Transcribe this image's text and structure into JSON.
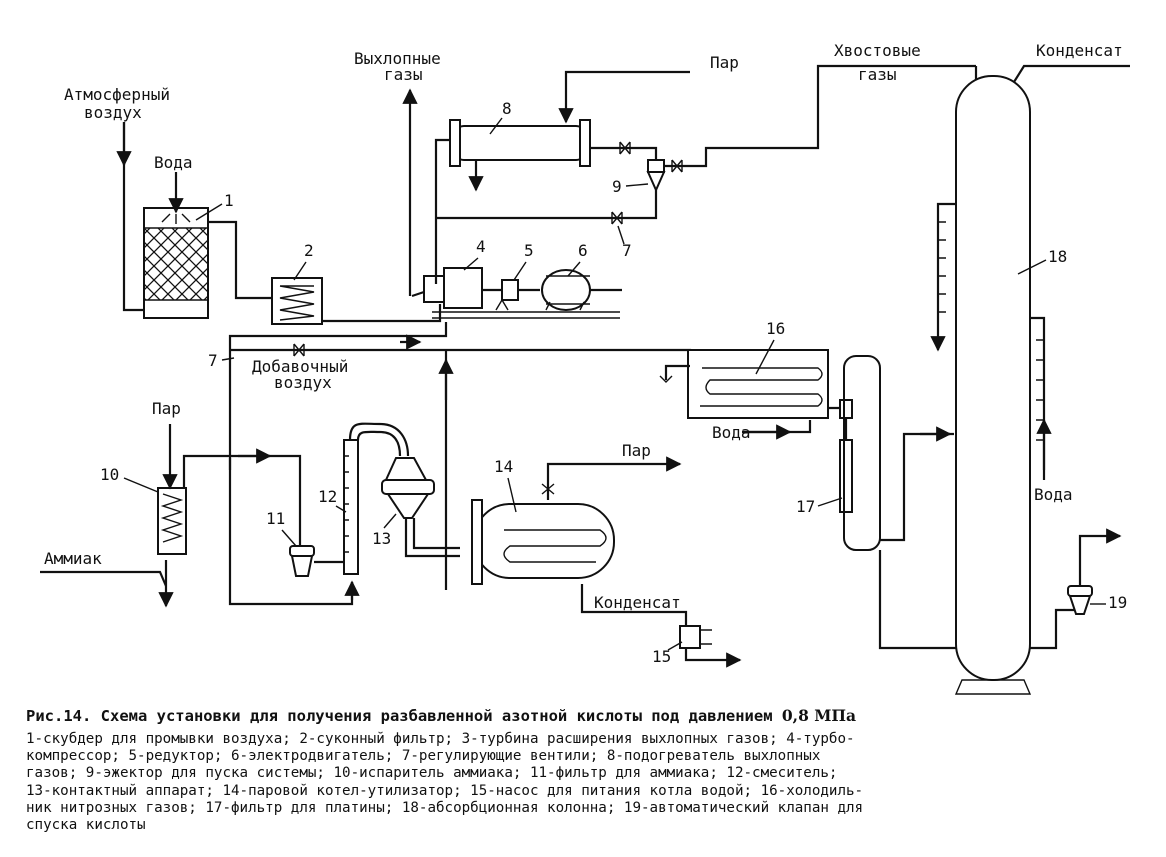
{
  "labels": {
    "atm_air_1": "Атмосферный",
    "atm_air_2": "воздух",
    "water_1": "Вода",
    "exhaust_1": "Выхлопные",
    "exhaust_2": "газы",
    "steam_top": "Пар",
    "tail_1": "Хвостовые",
    "tail_2": "газы",
    "condensate_top": "Конденсат",
    "addair_1": "Добавочный",
    "addair_2": "воздух",
    "steam_left": "Пар",
    "ammonia": "Аммиак",
    "steam_boiler": "Пар",
    "water_cooler": "Вода",
    "condensate_boiler": "Конденсат",
    "water_column": "Вода"
  },
  "numbers": {
    "n1": "1",
    "n2": "2",
    "n4": "4",
    "n5": "5",
    "n6": "6",
    "n7a": "7",
    "n7b": "7",
    "n8": "8",
    "n9": "9",
    "n10": "10",
    "n11": "11",
    "n12": "12",
    "n13": "13",
    "n14": "14",
    "n15": "15",
    "n16": "16",
    "n17": "17",
    "n18": "18",
    "n19": "19"
  },
  "caption": {
    "title": "Рис.14. Схема установки для получения разбавленной азотной кислоты под давлением",
    "title_value": "0,8 МПа",
    "legend": "1-скубдер для промывки воздуха; 2-суконный фильтр; 3-турбина расширения выхлопных газов; 4-турбо-\nкомпрессор; 5-редуктор; 6-электродвигатель; 7-регулирующие вентили; 8-подогреватель выхлопных\nгазов; 9-эжектор для пуска системы; 10-испаритель аммиака; 11-фильтр для аммиака; 12-смеситель;\n13-контактный аппарат; 14-паровой котел-утилизатор; 15-насос для питания котла водой; 16-холодиль-\nник нитрозных газов; 17-фильтр для платины; 18-абсорбционная колонна; 19-автоматический клапан для\nспуска кислоты"
  }
}
